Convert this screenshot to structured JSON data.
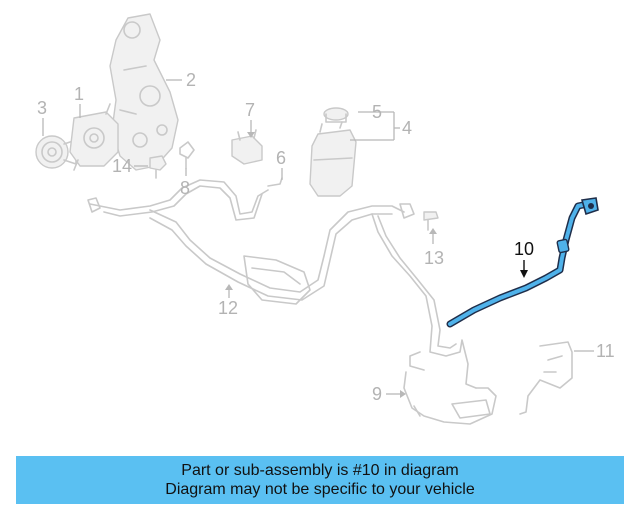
{
  "diagram": {
    "highlighted_part": "10",
    "callouts": [
      "1",
      "2",
      "3",
      "4",
      "5",
      "6",
      "7",
      "8",
      "9",
      "10",
      "11",
      "12",
      "13",
      "14"
    ]
  },
  "banner": {
    "line1": "Part or sub-assembly is #10 in diagram",
    "line2": "Diagram may not be specific to your vehicle",
    "color": "#5ac0f2"
  },
  "colors": {
    "highlight": "#4fb2ea",
    "highlight_outline": "#1f2e4a",
    "ghost_parts": "#c9c9c9"
  }
}
